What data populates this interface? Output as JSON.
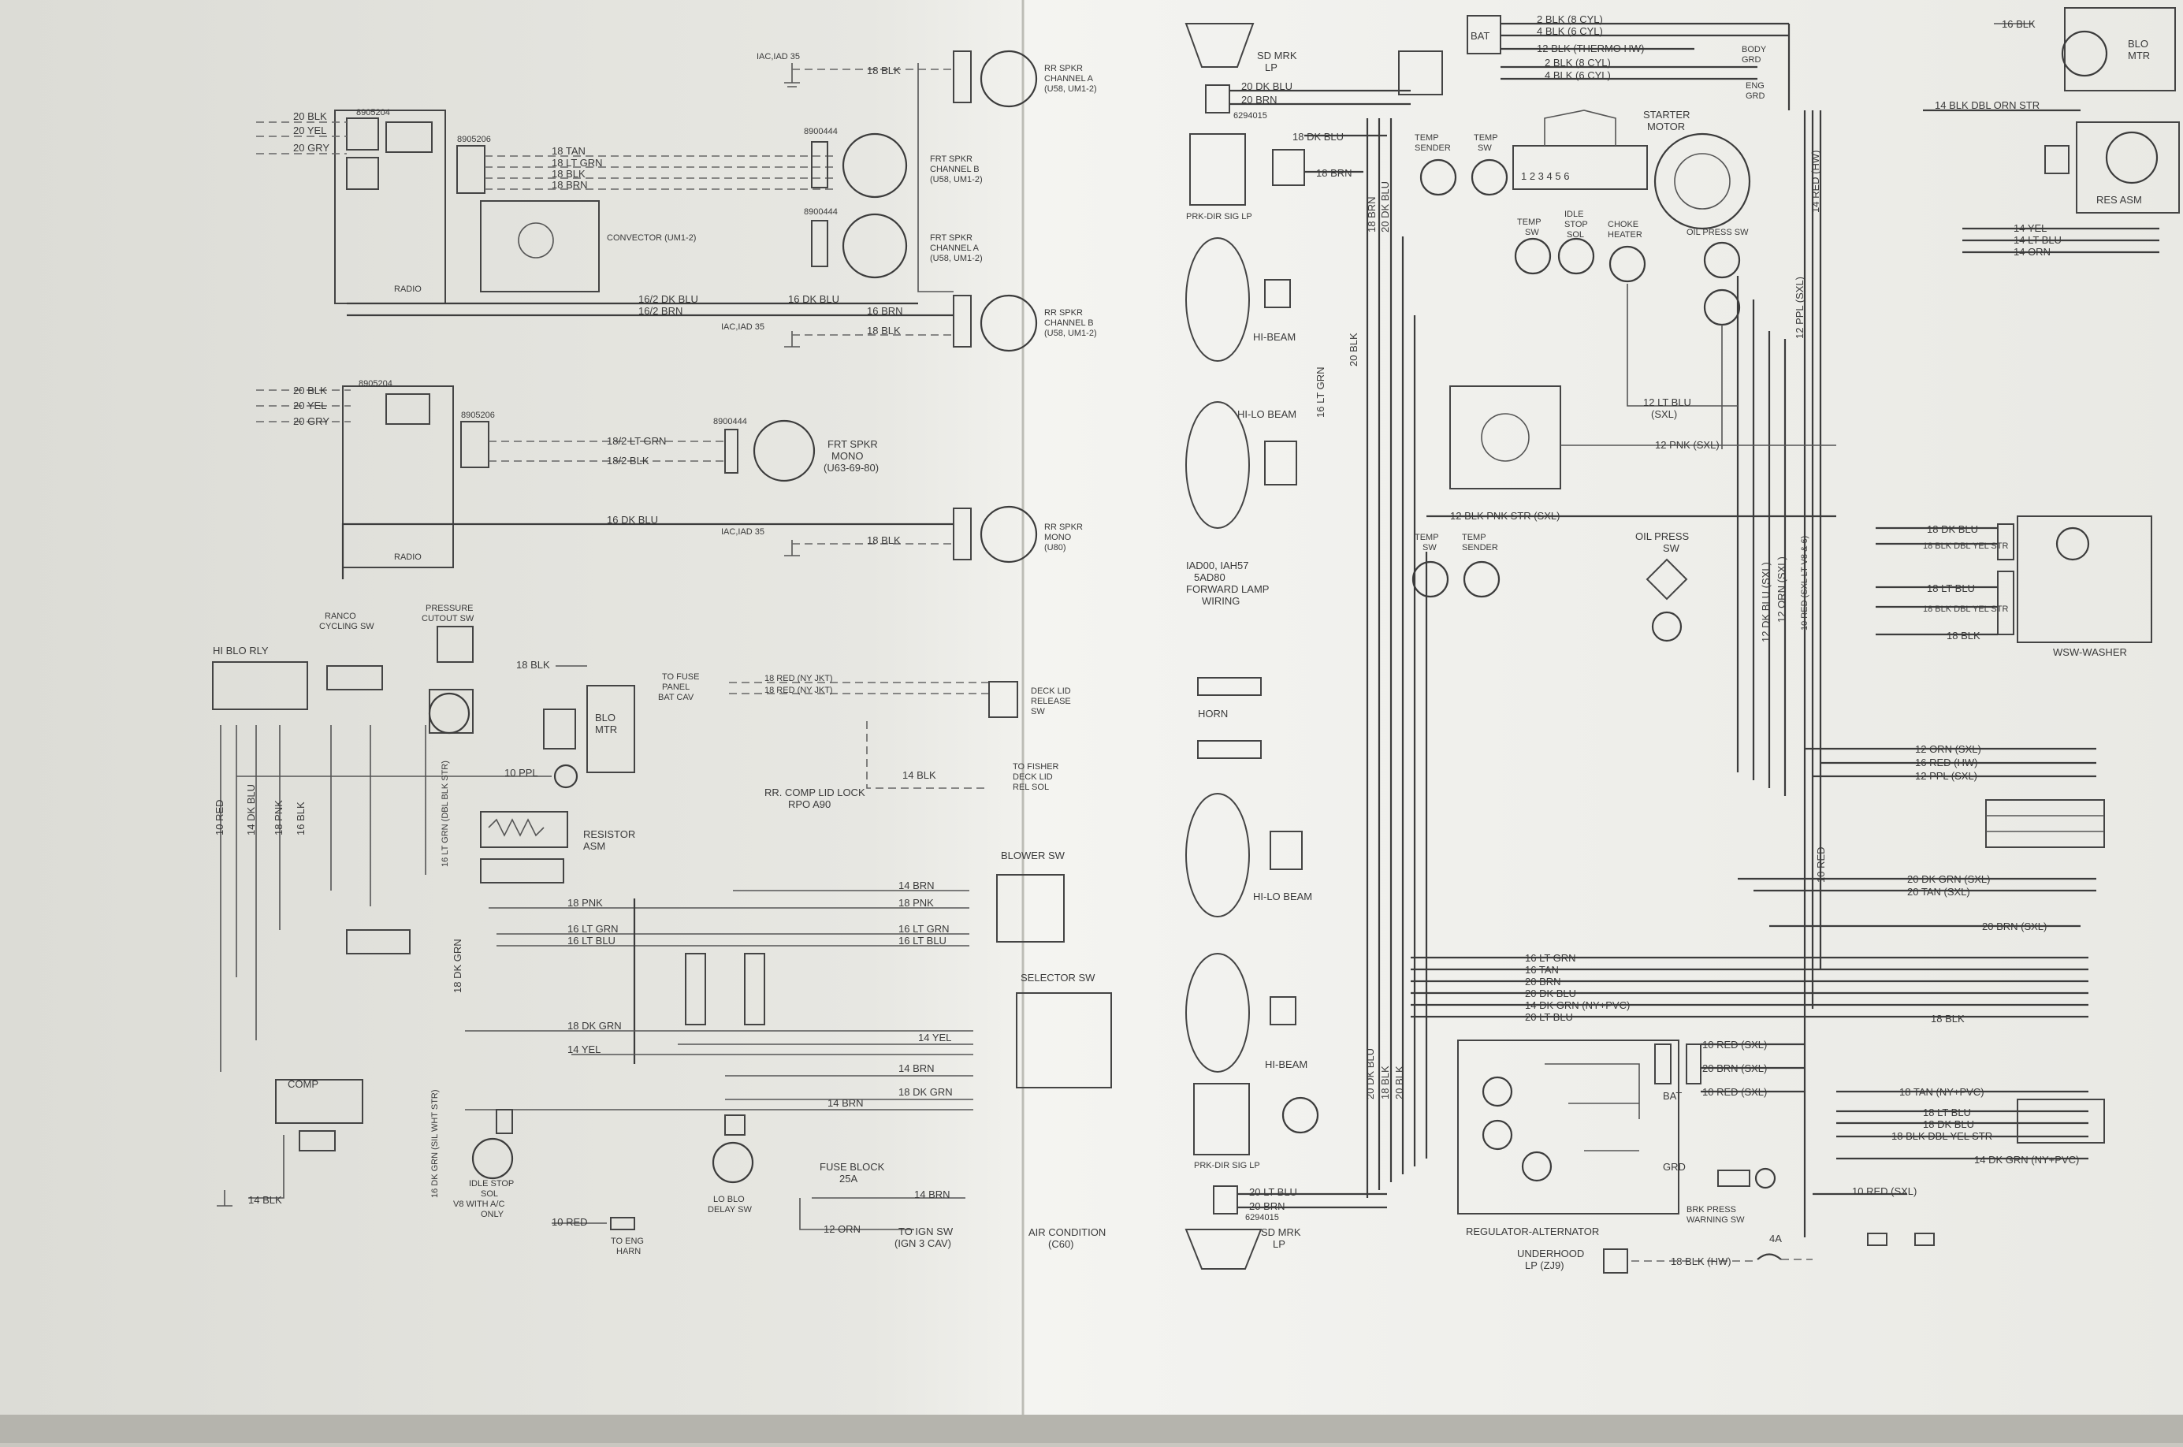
{
  "left_page": {
    "radio_upper": {
      "input_wires": [
        "20 BLK",
        "20 YEL",
        "20 GRY"
      ],
      "connector_id": "8905204",
      "radio_label": "RADIO",
      "harness_id": "8905206",
      "ground_top": "IAC,IAD 35",
      "wire_top": "18 BLK",
      "wire_tan": "18 TAN",
      "wire_ltgrn": "18 LT GRN",
      "wire_blk": "18 BLK",
      "wire_brn": "18 BRN",
      "convector": "CONVECTOR (UM1-2)",
      "rr_spkr_a": "RR SPKR CHANNEL A (U58, UM1-2)",
      "frt_spkr_b": "FRT SPKR CHANNEL B (U58, UM1-2)",
      "frt_spkr_a": "FRT SPKR CHANNEL A (U58, UM1-2)",
      "rr_spkr_b": "RR SPKR CHANNEL B (U58, UM1-2)",
      "spkr_conn": "8900444",
      "wire_dkblu": "16/2 DK BLU",
      "wire_dkblu2": "16 DK BLU",
      "wire_brn2": "16/2 BRN",
      "wire_brn3": "16 BRN",
      "ground_bottom": "IAC,IAD 35",
      "wire_blk_bottom": "18 BLK"
    },
    "radio_lower": {
      "input_wires": [
        "20 BLK",
        "20 YEL",
        "20 GRY"
      ],
      "connector_id": "8905204",
      "harness_id": "8905206",
      "radio_label": "RADIO",
      "wire_ltgrn": "18/2 LT GRN",
      "wire_blk": "18/2 BLK",
      "spkr_conn": "8900444",
      "frt_spkr_mono": "FRT SPKR MONO (U63-69-80)",
      "wire_dkblu": "16 DK BLU",
      "ground": "IAC,IAD 35",
      "wire_blk_bottom": "18 BLK",
      "rr_spkr_mono": "RR SPKR MONO (U80)"
    },
    "ac": {
      "hi_blo_rly": "HI BLO RLY",
      "ranco": "RANCO CYCLING SW",
      "pressure": "PRESSURE CUTOUT SW",
      "blo_mtr": "BLO MTR",
      "wire_18blk": "18 BLK",
      "to_fuse": "TO FUSE PANEL BAT CAV",
      "red_nyjkt_1": "18 RED (NY JKT)",
      "red_nyjkt_2": "18 RED (NY JKT)",
      "deck_lid": "DECK LID RELEASE SW",
      "to_fisher": "TO FISHER DECK LID REL SOL",
      "wire_14blk": "14 BLK",
      "rr_comp": "RR. COMP LID LOCK RPO A90",
      "wire_ppl": "10 PPL",
      "resistor": "RESISTOR ASM",
      "blower_sw": "BLOWER SW",
      "wire_14brn": "14 BRN",
      "wire_18pnk": "18 PNK",
      "wire_16ltgrn": "16 LT GRN",
      "wire_16ltblu": "16 LT BLU",
      "selector": "SELECTOR SW",
      "wire_18dkgrn": "18 DK GRN",
      "wire_14yel": "14 YEL",
      "wire_14brn2": "14 BRN",
      "comp": "COMP",
      "idle_stop": "IDLE STOP SOL V8 WITH A/C ONLY",
      "lo_blo": "LO BLO DELAY SW",
      "fuse_block": "FUSE BLOCK 25A",
      "wire_12orn": "12 ORN",
      "to_ign": "TO IGN SW (IGN 3 CAV)",
      "wire_10red": "10 RED",
      "to_eng": "TO ENG HARN",
      "wire_14blk_gnd": "14 BLK",
      "air_cond": "AIR CONDITION (C60)",
      "vert_wires": [
        "10 RED",
        "14 DK BLU",
        "18 PNK",
        "16 BLK",
        "16 DK GRN (SIL WHT STR)",
        "16 LT GRN (DBL BLK STR)",
        "18 DK GRN"
      ]
    }
  },
  "right_page": {
    "sd_mrk_top": "SD MRK LP",
    "wire_20dkblu": "20 DK BLU",
    "wire_20brn": "20 BRN",
    "conn_6294015": "6294015",
    "bat": "BAT",
    "bat_wires": [
      "2 BLK (8 CYL)",
      "4 BLK (6 CYL)",
      "12 BLK (THERMO HW)",
      "2 BLK (8 CYL)",
      "4 BLK (6 CYL)"
    ],
    "body_grd": "BODY GRD",
    "eng_grd": "ENG GRD",
    "starter": "STARTER MOTOR",
    "prk_dir_top": "PRK-DIR SIG LP",
    "hi_beam_top": "HI-BEAM",
    "hi_lo_beam_top": "HI-LO BEAM",
    "forward_lamp": "IAD00, IAH57 5AD80 FORWARD LAMP WIRING",
    "horn": "HORN",
    "hi_lo_beam_bottom": "HI-LO BEAM",
    "hi_beam_bottom": "HI-BEAM",
    "prk_dir_bottom": "PRK-DIR SIG LP",
    "sd_mrk_bottom": "SD MRK LP",
    "temp_sender": "TEMP SENDER",
    "temp_sw": "TEMP SW",
    "idle_stop": "IDLE STOP SOL",
    "choke": "CHOKE HEATER",
    "oil_press_sw": "OIL PRESS SW",
    "oil_press_sw2": "OIL PRESS SW",
    "temp_sw2": "TEMP SW",
    "temp_sender2": "TEMP SENDER",
    "wire_12ltblu": "12 LT BLU (SXL)",
    "wire_12pnk": "12 PNK (SXL)",
    "wire_12blk_pnk": "12 BLK PNK STR (SXL)",
    "blo_mtr": "BLO MTR",
    "wire_16blk": "16 BLK",
    "wire_14blk_orn": "14 BLK DBL ORN STR",
    "res_asm": "RES ASM",
    "res_wires": [
      "14 YEL",
      "14 LT BLU",
      "14 ORN"
    ],
    "wsw": "WSW-WASHER",
    "wsw_wires": [
      "18 DK BLU",
      "18 BLK DBL YEL STR",
      "18 LT BLU",
      "18 BLK DBL YEL STR",
      "18 BLK"
    ],
    "right_bus": [
      "12 ORN (SXL)",
      "16 RED (HW)",
      "12 PPL (SXL)"
    ],
    "mid_bus": [
      "20 DK GRN (SXL)",
      "20 TAN (SXL)",
      "20 BRN (SXL)"
    ],
    "main_bus": [
      "16 LT GRN",
      "16 TAN",
      "20 BRN",
      "20 DK BLU",
      "14 DK GRN (NY+PVC)",
      "20 LT BLU"
    ],
    "wire_18blk_right": "18 BLK",
    "bottom_bus": [
      "18 TAN (NY+PVC)",
      "18 LT BLU",
      "18 DK BLU",
      "18 BLK DBL YEL STR",
      "14 DK GRN (NY+PVC)"
    ],
    "regulator": "REGULATOR-ALTERNATOR",
    "alt_wires": [
      "10 RED (SXL)",
      "20 BRN (SXL)",
      "10 RED (SXL)"
    ],
    "bat_label": "BAT",
    "grd": "GRD",
    "brk_press": "BRK PRESS WARNING SW",
    "wire_10red_sxl": "10 RED (SXL)",
    "underhood": "UNDERHOOD LP (ZJ9)",
    "wire_18blk_hw": "18 BLK (HW)",
    "fuse_4a": "4A",
    "vert_labels": [
      "18 BRN",
      "20 DK BLU",
      "20 BLK",
      "16 LT GRN",
      "12 DK BLU (SXL)",
      "12 ORN (SXL)",
      "10 RED (SXL LT V8 & 6)",
      "10 RED",
      "12 PPL (SXL)",
      "14 RED (HW)",
      "20 DK BLU",
      "18 BLK",
      "20 BLK"
    ]
  }
}
